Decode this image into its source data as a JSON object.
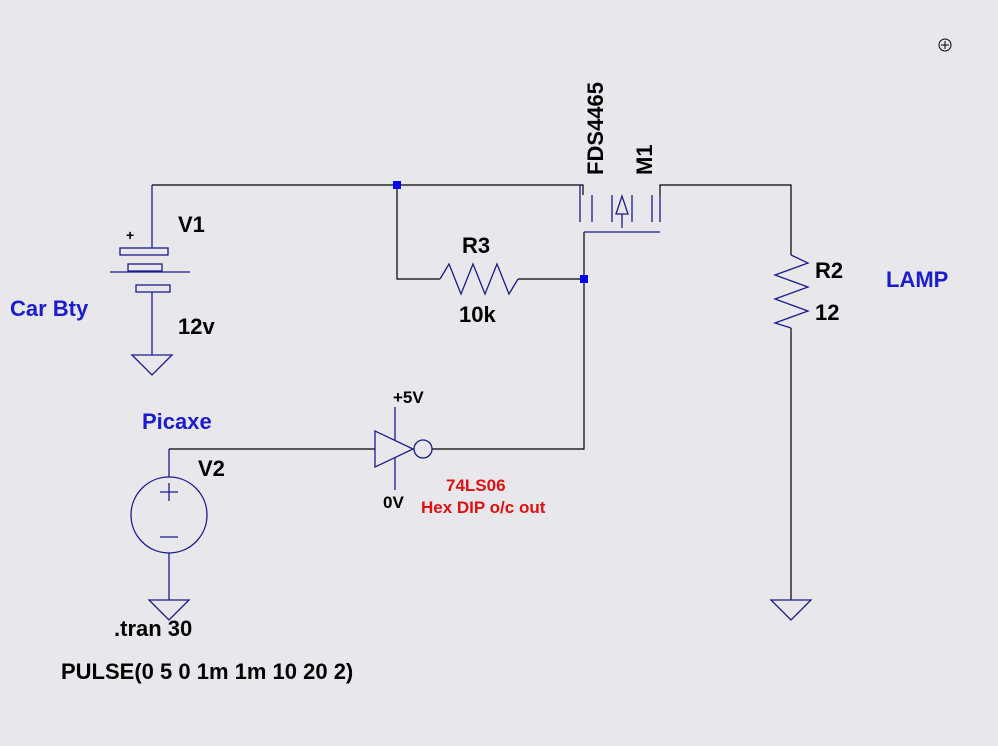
{
  "components": {
    "v1": {
      "ref": "V1",
      "value": "12v",
      "note": "Car Bty",
      "plus": "+"
    },
    "v2": {
      "ref": "V2",
      "note": "Picaxe"
    },
    "m1": {
      "ref": "M1",
      "model": "FDS4465"
    },
    "r3": {
      "ref": "R3",
      "value": "10k"
    },
    "r2": {
      "ref": "R2",
      "value": "12",
      "note": "LAMP"
    },
    "u1": {
      "supply_pos": "+5V",
      "supply_neg": "0V",
      "part": "74LS06",
      "desc": "Hex DIP o/c out"
    }
  },
  "directives": {
    "tran": ".tran 30",
    "pulse": "PULSE(0 5 0 1m 1m 10 20 2)"
  },
  "colors": {
    "wire": "#000000",
    "component": "#1a1a8c",
    "junction": "#0000ff",
    "comment_blue": "#1c1ccf",
    "comment_red": "#e01010"
  }
}
